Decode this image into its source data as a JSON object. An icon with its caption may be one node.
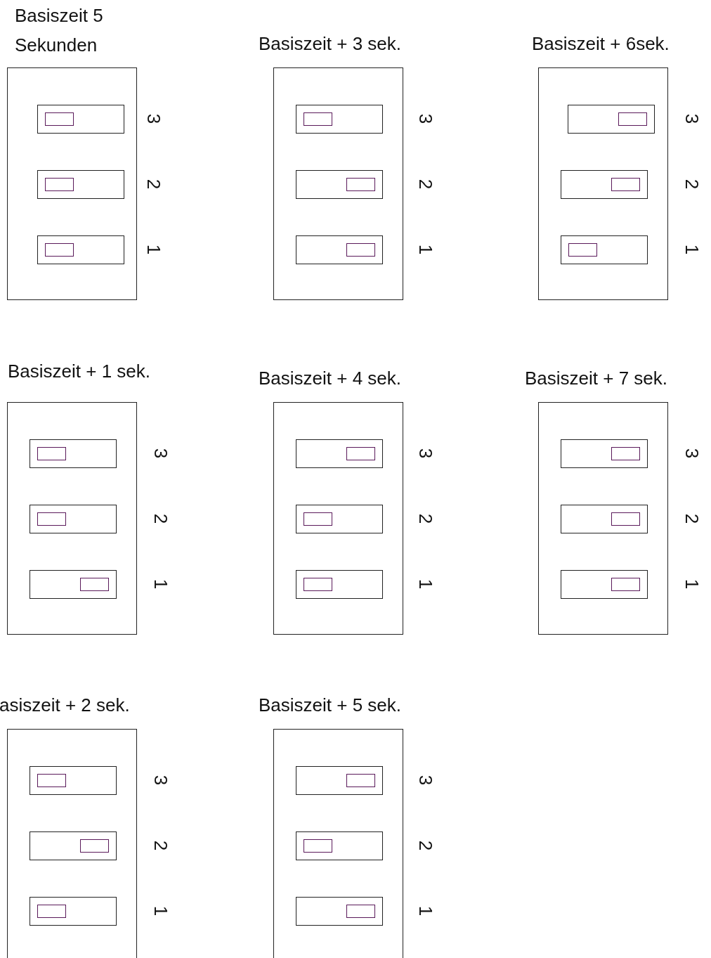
{
  "diagram": {
    "nodes": [
      {
        "text": [
          "Basiszeit 5 Sekunden"
        ]
      },
      {
        "text": [],
        "shape": "box",
        "in": 0,
        "beside": [
          "3"
        ]
      },
      {
        "text": [],
        "shape": "box",
        "in": 1
      },
      {
        "text": [],
        "shape": "box",
        "in": 0,
        "beside": [
          "2"
        ]
      },
      {
        "text": [],
        "shape": "box",
        "in": 3
      },
      {
        "text": [],
        "shape": "box",
        "in": 0,
        "beside": [
          "1"
        ]
      },
      {
        "text": [],
        "shape": "box",
        "in": 5
      },
      {
        "text": [
          "Basiszeit + 3 sek."
        ]
      },
      {
        "text": [],
        "shape": "box",
        "in": 7,
        "beside": [
          "3"
        ]
      },
      {
        "text": [],
        "shape": "box",
        "in": 8
      },
      {
        "text": [],
        "shape": "box",
        "in": 7,
        "beside": [
          "2"
        ]
      },
      {
        "text": [],
        "shape": "box",
        "in": 10
      },
      {
        "text": [],
        "shape": "box",
        "in": 7,
        "beside": [
          "1"
        ]
      },
      {
        "text": [],
        "shape": "box",
        "in": 12
      },
      {
        "text": [
          "Basiszeit + 6sek."
        ]
      },
      {
        "text": [],
        "shape": "box",
        "in": 14,
        "beside": [
          "3"
        ]
      },
      {
        "text": [],
        "shape": "box",
        "in": 15
      },
      {
        "text": [],
        "shape": "box",
        "in": 14,
        "beside": [
          "2"
        ]
      },
      {
        "text": [],
        "shape": "box",
        "in": 17
      },
      {
        "text": [],
        "shape": "box",
        "in": 14,
        "beside": [
          "1"
        ]
      },
      {
        "text": [],
        "shape": "box",
        "in": 19
      },
      {
        "text": [
          "Basiszeit + 1 sek."
        ]
      },
      {
        "text": [],
        "shape": "box",
        "in": 21,
        "beside": [
          "3"
        ]
      },
      {
        "text": [],
        "shape": "box",
        "in": 22
      },
      {
        "text": [],
        "shape": "box",
        "in": 21,
        "beside": [
          "2"
        ]
      },
      {
        "text": [],
        "shape": "box",
        "in": 24
      },
      {
        "text": [],
        "shape": "box",
        "in": 21,
        "beside": [
          "1"
        ]
      },
      {
        "text": [],
        "shape": "box",
        "in": 26
      },
      {
        "text": [
          "Basiszeit + 4 sek."
        ]
      },
      {
        "text": [],
        "shape": "box",
        "in": 28,
        "beside": [
          "3"
        ]
      },
      {
        "text": [],
        "shape": "box",
        "in": 29
      },
      {
        "text": [],
        "shape": "box",
        "in": 28,
        "beside": [
          "2"
        ]
      },
      {
        "text": [],
        "shape": "box",
        "in": 31
      },
      {
        "text": [],
        "shape": "box",
        "in": 28,
        "beside": [
          "1"
        ]
      },
      {
        "text": [],
        "shape": "box",
        "in": 33
      },
      {
        "text": [
          "Basiszeit + 7 sek."
        ]
      },
      {
        "text": [],
        "shape": "box",
        "in": 35,
        "beside": [
          "3"
        ]
      },
      {
        "text": [],
        "shape": "box",
        "in": 36
      },
      {
        "text": [],
        "shape": "box",
        "in": 35,
        "beside": [
          "2"
        ]
      },
      {
        "text": [],
        "shape": "box",
        "in": 38
      },
      {
        "text": [],
        "shape": "box",
        "in": 35,
        "beside": [
          "1"
        ]
      },
      {
        "text": [],
        "shape": "box",
        "in": 40
      },
      {
        "text": [
          "asiszeit + 2 sek."
        ]
      },
      {
        "text": [],
        "shape": "box",
        "in": 42,
        "beside": [
          "3"
        ]
      },
      {
        "text": [],
        "shape": "box",
        "in": 43
      },
      {
        "text": [],
        "shape": "box",
        "in": 42,
        "beside": [
          "2"
        ]
      },
      {
        "text": [],
        "shape": "box",
        "in": 45
      },
      {
        "text": [],
        "shape": "box",
        "in": 42,
        "beside": [
          "1"
        ]
      },
      {
        "text": [],
        "shape": "box",
        "in": 47
      },
      {
        "text": [
          "Basiszeit + 5 sek."
        ]
      },
      {
        "text": [],
        "shape": "box",
        "in": 49,
        "beside": [
          "3"
        ]
      },
      {
        "text": [],
        "shape": "box",
        "in": 50
      },
      {
        "text": [],
        "shape": "box",
        "in": 49,
        "beside": [
          "2"
        ]
      },
      {
        "text": [],
        "shape": "box",
        "in": 52
      },
      {
        "text": [],
        "shape": "box",
        "in": 49,
        "beside": [
          "1"
        ]
      },
      {
        "text": [],
        "shape": "box",
        "in": 54
      }
    ],
    "edges": []
  }
}
